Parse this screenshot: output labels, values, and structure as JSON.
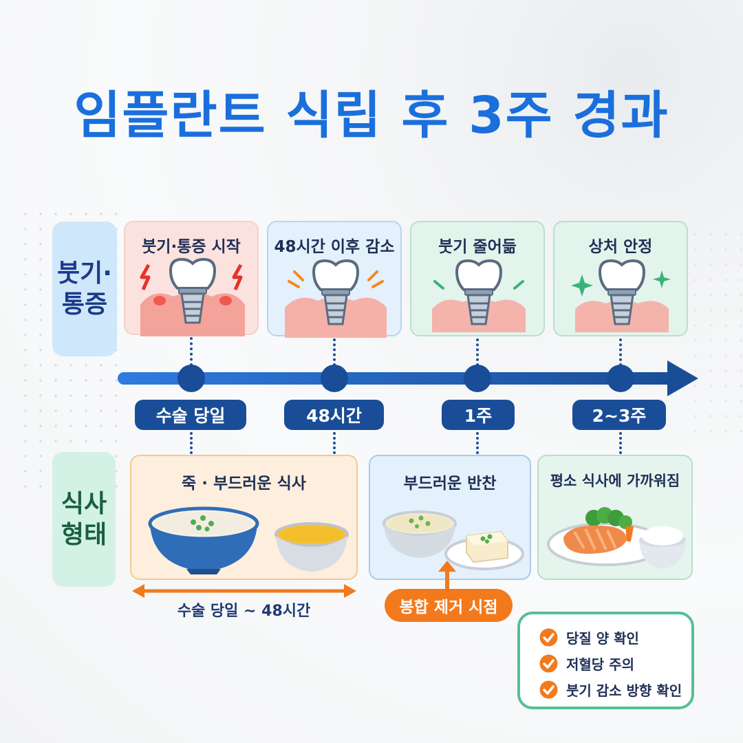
{
  "title": "임플란트 식립 후 3주 경과",
  "rows": {
    "swelling_label": [
      "붓기·",
      "통증"
    ],
    "meal_label": [
      "식사",
      "형태"
    ]
  },
  "stages": [
    {
      "title": "붓기·통증 시작",
      "timepoint": "수술 당일",
      "accent": "#e5322b"
    },
    {
      "title": "48시간 이후 감소",
      "timepoint": "48시간",
      "accent": "#f28a1d"
    },
    {
      "title": "붓기 줄어듦",
      "timepoint": "1주",
      "accent": "#3bb27a"
    },
    {
      "title": "상처 안정",
      "timepoint": "2~3주",
      "accent": "#3bb27a"
    }
  ],
  "meals": [
    {
      "title": "죽 · 부드러운 식사",
      "icon": "porridge-bowl-icon"
    },
    {
      "title": "부드러운 반찬",
      "icon": "soft-side-dish-icon"
    },
    {
      "title": "평소 식사에 가까워짐",
      "icon": "salmon-meal-icon"
    }
  ],
  "range_label": "수술 당일 ~ 48시간",
  "suture_label": "봉합 제거 시점",
  "checklist": [
    "당질 양 확인",
    "저혈당 주의",
    "붓기 감소 방향 확인"
  ],
  "colors": {
    "title": "#1a6fdc",
    "timeline": "#1a4d97",
    "orange": "#f27a1d",
    "green": "#53c095"
  }
}
